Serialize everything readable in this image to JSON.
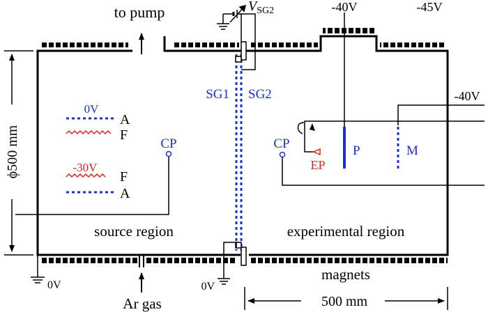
{
  "labels": {
    "to_pump": "to pump",
    "vsg2_main": "V",
    "vsg2_sub": "SG2",
    "volt_top_mid": "-40V",
    "volt_top_right": "-45V",
    "volt_side": "-40V",
    "diameter": "ϕ500 mm",
    "sg1": "SG1",
    "sg2": "SG2",
    "v0_legend": "0V",
    "a_top": "A",
    "f_top": "F",
    "v30_legend": "-30V",
    "f_bottom": "F",
    "a_bottom": "A",
    "cp_left": "CP",
    "cp_right": "CP",
    "ep": "EP",
    "p": "P",
    "m": "M",
    "source_region": "source region",
    "experimental_region": "experimental region",
    "ground_left": "0V",
    "ground_mid": "0V",
    "ar_gas": "Ar gas",
    "magnets": "magnets",
    "length": "500 mm"
  },
  "colors": {
    "line": "#000000",
    "grid_blue": "#1a2fd4",
    "filament_red": "#e0201c"
  }
}
